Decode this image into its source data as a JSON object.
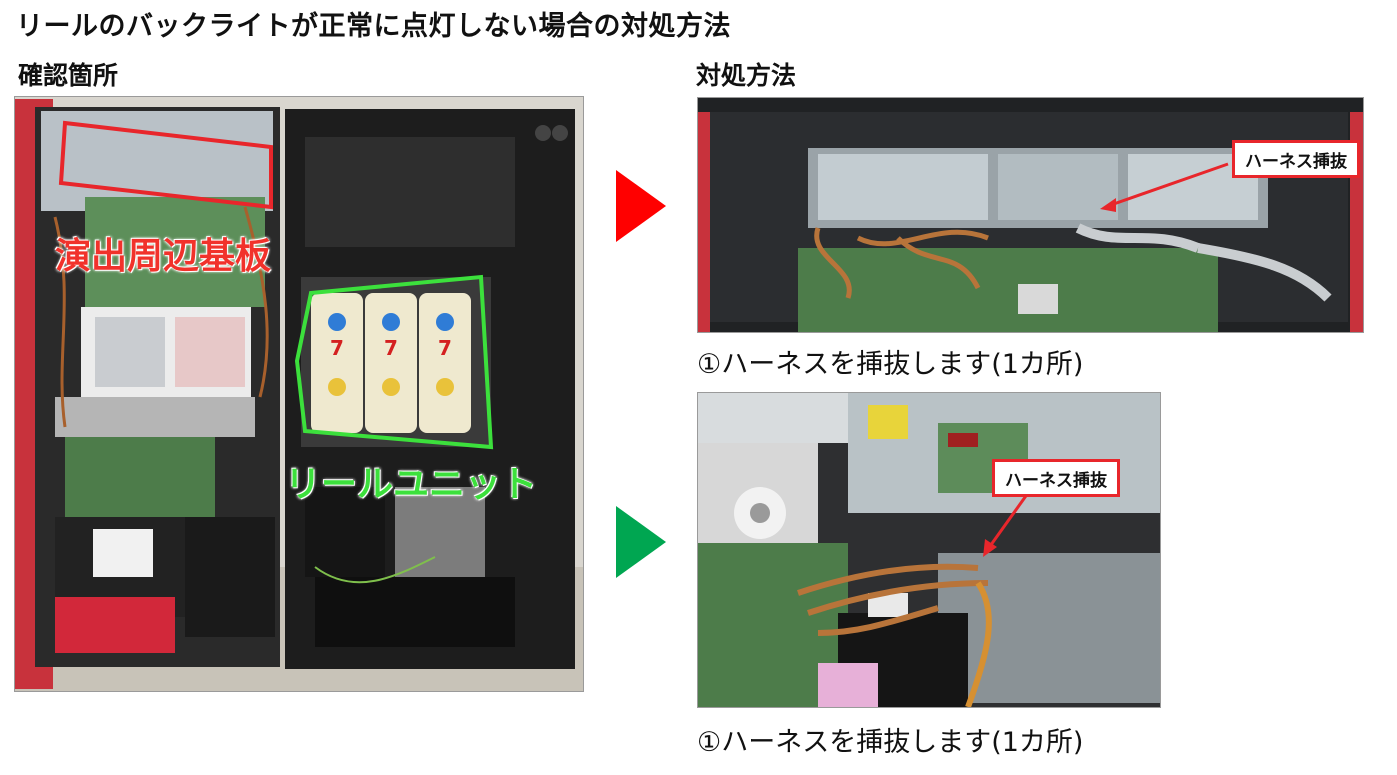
{
  "page": {
    "title": "リールのバックライトが正常に点灯しない場合の対処方法"
  },
  "left_section": {
    "label": "確認箇所",
    "photo_labels": {
      "board": "演出周辺基板",
      "reel": "リールユニット"
    },
    "board_outline_color": "#e8262b",
    "reel_outline_color": "#3ce03c"
  },
  "right_section": {
    "label": "対処方法",
    "steps": [
      {
        "callout": "ハーネス挿抜",
        "caption": "①ハーネスを挿抜します(1カ所)",
        "arrow_color": "#ff0000"
      },
      {
        "callout": "ハーネス挿抜",
        "caption": "①ハーネスを挿抜します(1カ所)",
        "arrow_color": "#00a651"
      }
    ]
  }
}
